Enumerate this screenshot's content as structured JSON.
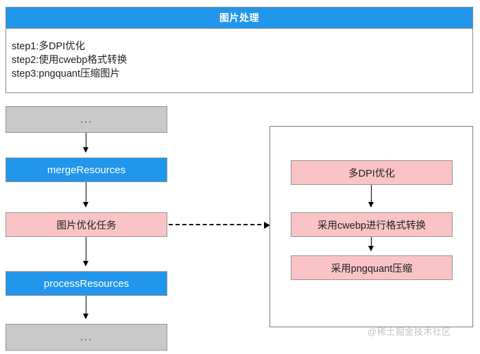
{
  "card": {
    "title": "图片处理",
    "steps": [
      "step1:多DPI优化",
      "step2:使用cwebp格式转换",
      "step3:pngquant压缩图片"
    ]
  },
  "left_flow": {
    "nodes": [
      {
        "id": "top-ellipsis",
        "label": "...",
        "style": "gray"
      },
      {
        "id": "merge",
        "label": "mergeResources",
        "style": "blue"
      },
      {
        "id": "image-task",
        "label": "图片优化任务",
        "style": "pink"
      },
      {
        "id": "process",
        "label": "processResources",
        "style": "blue"
      },
      {
        "id": "bottom-ellipsis",
        "label": "...",
        "style": "gray"
      }
    ]
  },
  "right_panel": {
    "nodes": [
      {
        "id": "dpi",
        "label": "多DPI优化"
      },
      {
        "id": "cwebp",
        "label": "采用cwebp进行格式转换"
      },
      {
        "id": "compress",
        "label": "采用pngquant压缩"
      }
    ]
  },
  "watermark": "@稀土掘金技术社区",
  "colors": {
    "header_blue": "#2196ea",
    "node_blue": "#2196ea",
    "node_pink": "#fac4c7",
    "node_gray": "#c9c9c9",
    "border_gray": "#939393",
    "watermark_gray": "#c3c3c3"
  }
}
